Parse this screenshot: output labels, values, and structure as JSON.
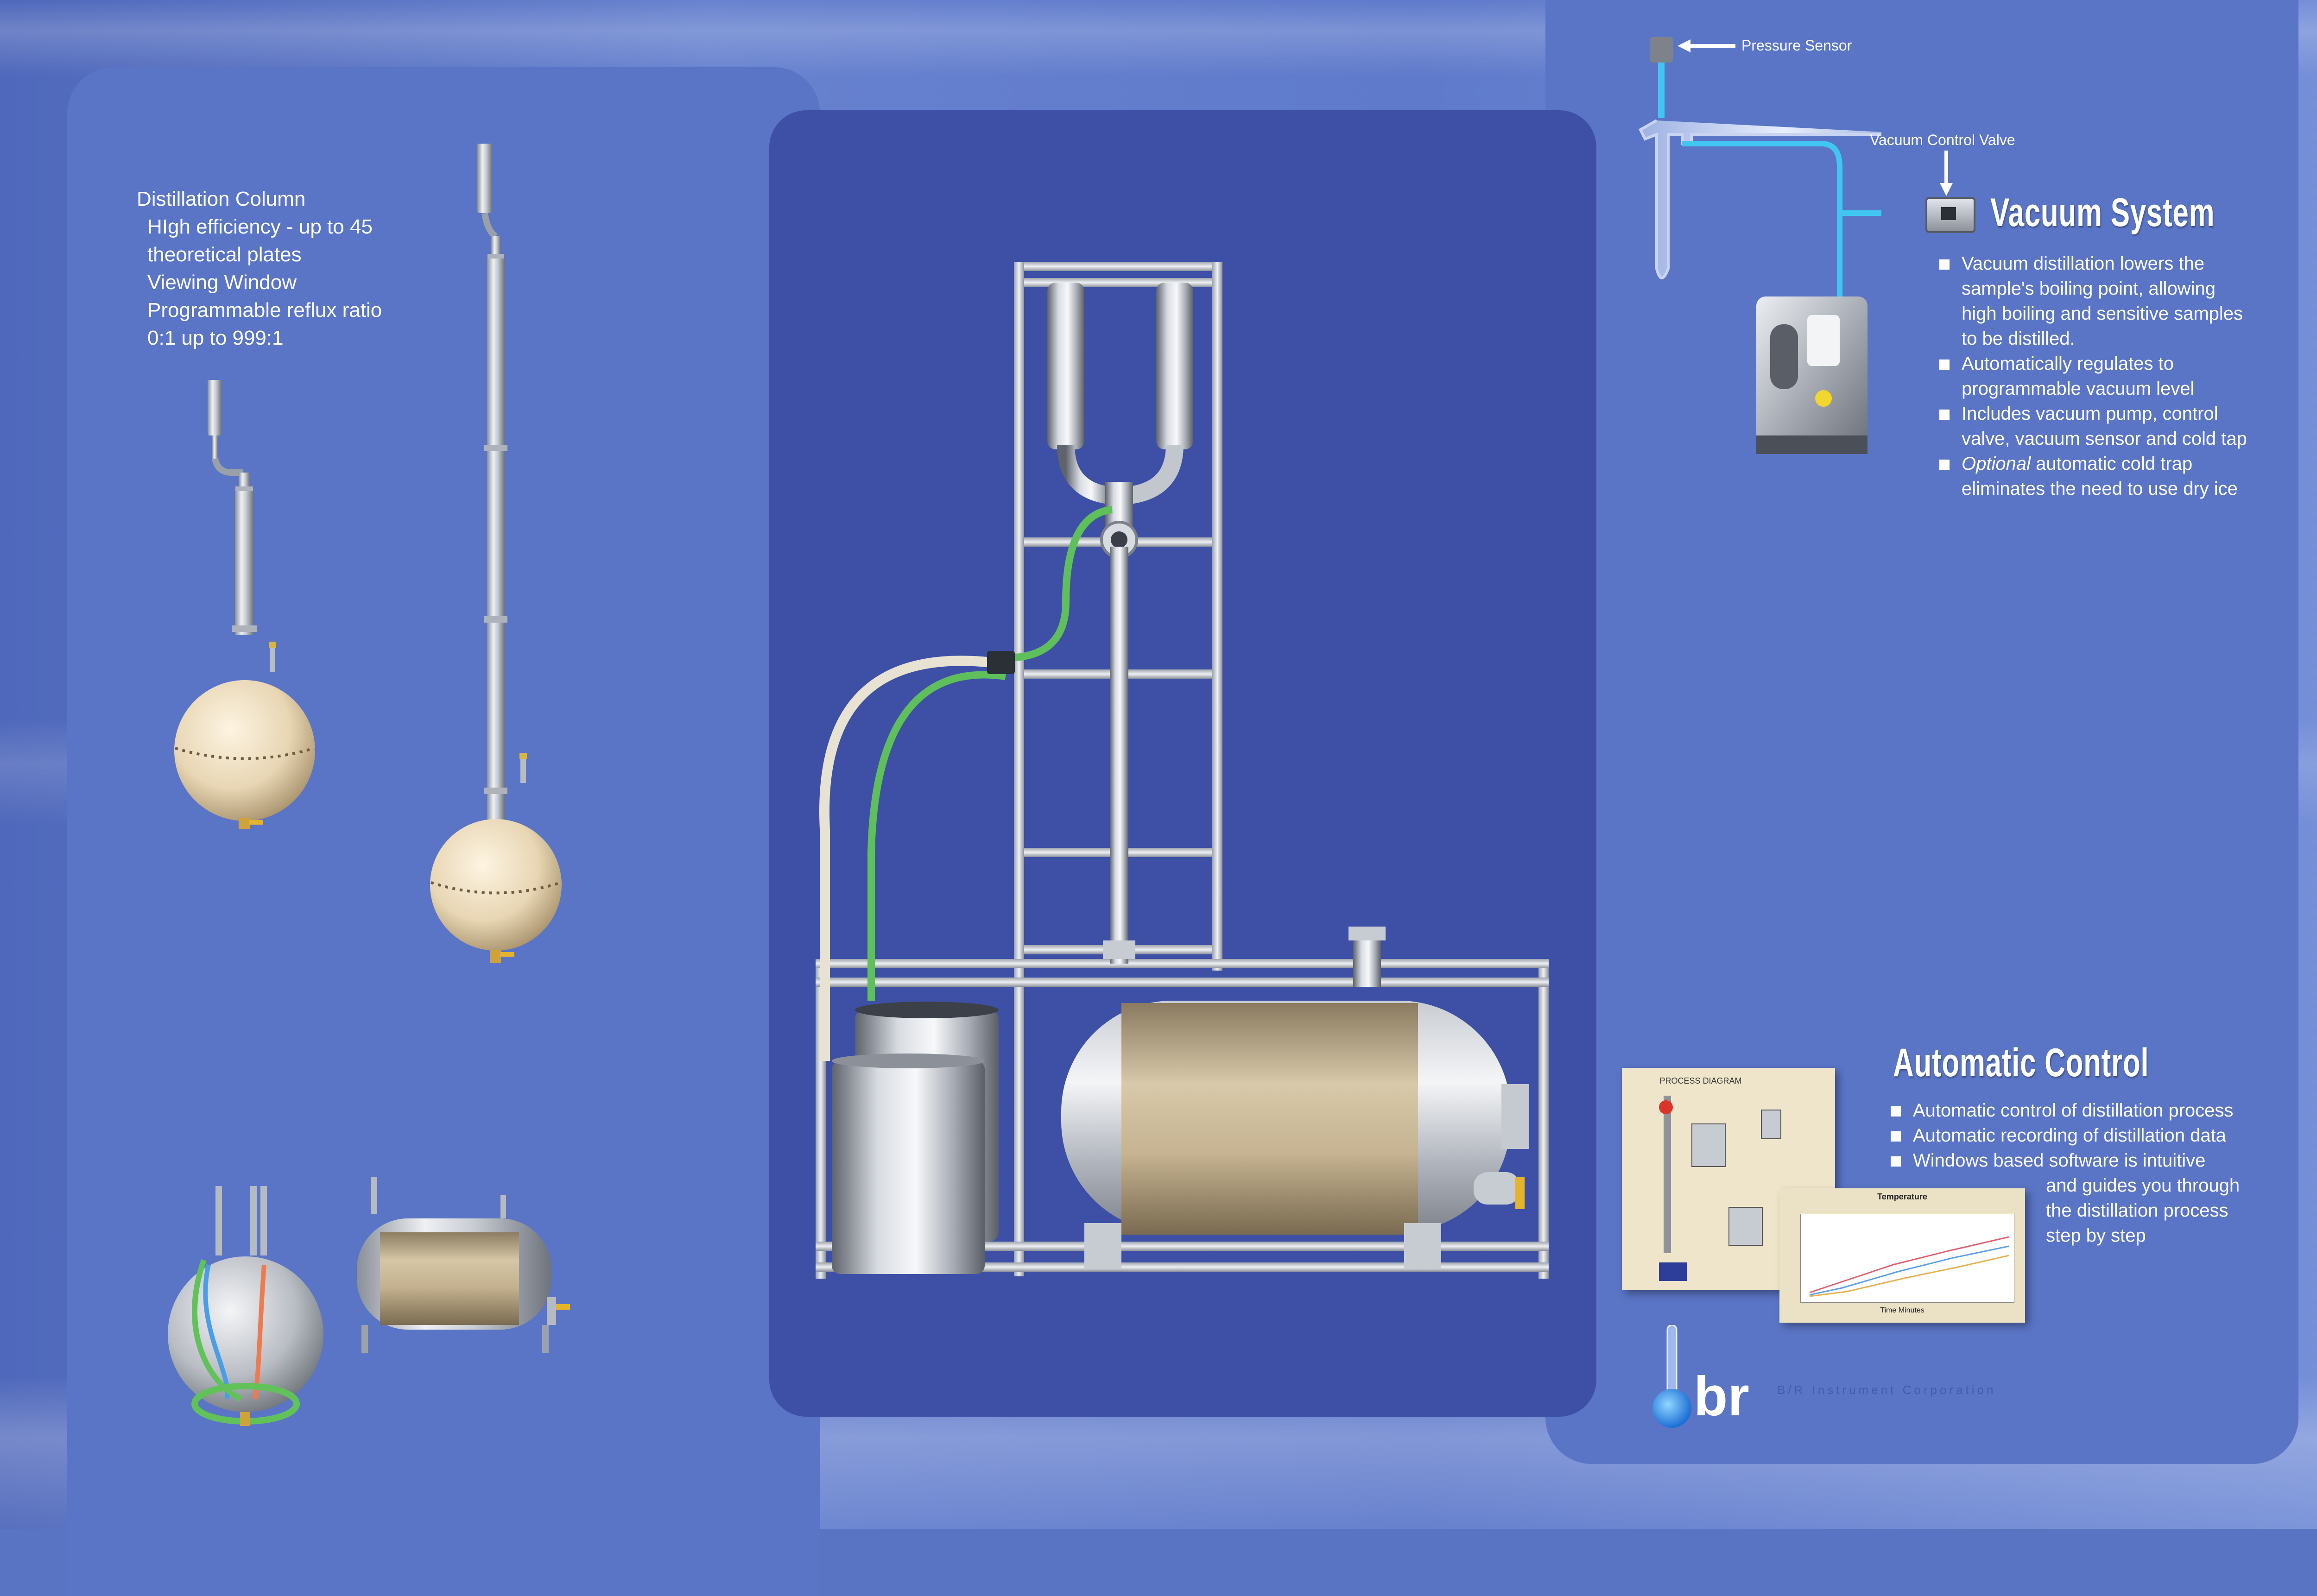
{
  "distillation": {
    "title": "Distillation Column",
    "lines": [
      "HIgh efficiency - up to 45",
      "theoretical plates",
      "Viewing Window",
      "Programmable reflux ratio",
      "0:1 up to 999:1"
    ]
  },
  "vacuum": {
    "pressure_sensor_label": "Pressure Sensor",
    "control_valve_label": "Vacuum Control Valve",
    "heading": "Vacuum System",
    "bullets": [
      [
        "Vacuum distillation lowers the",
        "sample's boiling point, allowing",
        "high boiling and sensitive samples",
        "to be distilled."
      ],
      [
        "Automatically regulates to",
        "programmable vacuum level"
      ],
      [
        "Includes vacuum pump, control",
        "valve, vacuum sensor and cold tap"
      ],
      [
        "automatic cold trap",
        "eliminates the need to use dry ice"
      ]
    ],
    "optional_word": "Optional"
  },
  "automatic": {
    "heading": "Automatic Control",
    "bullets": [
      [
        "Automatic control of distillation process"
      ],
      [
        "Automatic recording of distillation data"
      ],
      [
        "Windows based software is intuitive",
        "and guides you through",
        "the distillation process",
        "step by step"
      ]
    ],
    "screenshot": {
      "process_title": "PROCESS DIAGRAM",
      "chart_title": "Temperature",
      "x_axis": "Time Minutes"
    }
  },
  "logo": {
    "mark": "br",
    "tagline": "B/R Instrument Corporation"
  },
  "colors": {
    "background": "#5a74c4",
    "center_panel": "#3e4fa6",
    "steel": "#c7ccd4",
    "jacket": "#b9a789",
    "tube_green": "#5fbf5a",
    "vacuum_line": "#41c6f2"
  }
}
